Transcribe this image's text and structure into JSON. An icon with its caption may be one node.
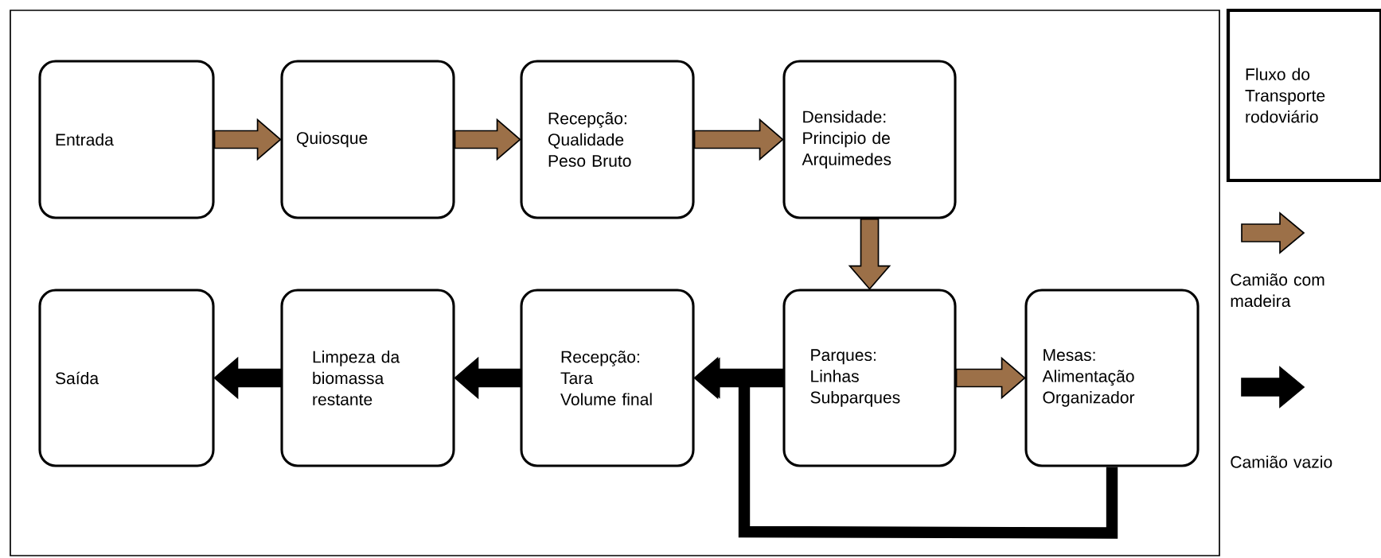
{
  "diagram": {
    "nodes": [
      {
        "text": [
          "Entrada"
        ]
      },
      {
        "text": [
          "Quiosque"
        ]
      },
      {
        "text": [
          "Recepção: Qualidade Peso Bruto"
        ]
      },
      {
        "text": [
          "Densidade: Principio de Arquimedes"
        ]
      },
      {
        "text": [
          "Parques: Linhas Subparques"
        ]
      },
      {
        "text": [
          "Mesas: Alimentação Organizador"
        ]
      },
      {
        "text": [
          "Recepção: Tara Volume final"
        ]
      },
      {
        "text": [
          "Limpeza da biomassa restante"
        ]
      },
      {
        "text": [
          "Saída"
        ]
      },
      {
        "text": [
          "Fluxo do Transporte rodoviário"
        ]
      }
    ],
    "edges": [
      {
        "from": 0,
        "to": 1,
        "arrow": "to"
      },
      {
        "from": 1,
        "to": 2,
        "arrow": "to"
      },
      {
        "from": 2,
        "to": 3,
        "arrow": "to"
      },
      {
        "from": 3,
        "to": 4,
        "arrow": "to"
      },
      {
        "from": 4,
        "to": 5,
        "arrow": "to"
      },
      {
        "from": 4,
        "to": 6,
        "arrow": "to",
        "color": "#000000"
      },
      {
        "from": 5,
        "to": 6,
        "arrow": "to",
        "color": "#000000"
      },
      {
        "from": 6,
        "to": 7,
        "arrow": "to",
        "color": "#000000"
      },
      {
        "from": 7,
        "to": 8,
        "arrow": "to",
        "color": "#000000"
      }
    ],
    "legend": [
      {
        "text": "Camião com madeira",
        "color": "#9c7048"
      },
      {
        "text": "Camião vazio",
        "color": "#000000"
      }
    ]
  }
}
